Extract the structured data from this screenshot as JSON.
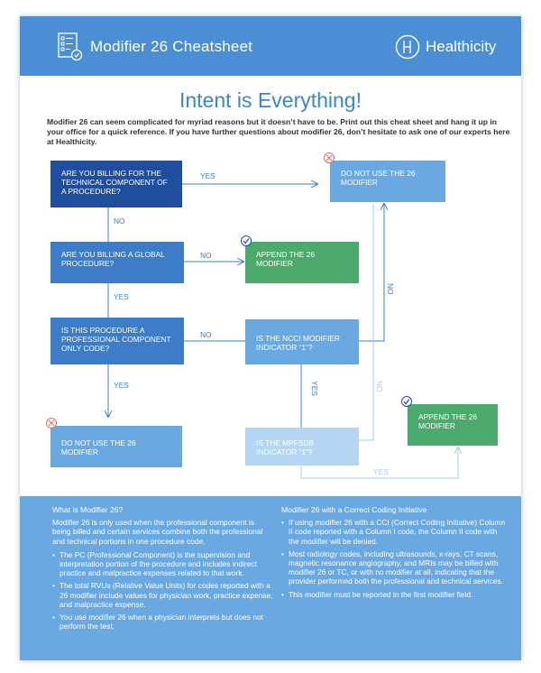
{
  "header": {
    "title": "Modifier 26 Cheatsheet",
    "logo_text": "Healthicity",
    "background": "#4a8fd6"
  },
  "headline": "Intent is Everything!",
  "intro": "Modifier 26 can seem complicated for myriad reasons but it doesn’t have to be. Print out this cheat sheet and hang it up in your office for a quick reference. If you have further questions about modifier 26, don’t hesitate to ask one of our experts here at Healthicity.",
  "flowchart": {
    "q_technical": "Are you billing for the technical component of a procedure?",
    "q_global": "Are you billing a global procedure?",
    "q_professional": "Is this procedure a professional component only code?",
    "q_ncci": "Is the NCCI modifier indicator “1”?",
    "q_mpfsdb": "Is the MPFSDB indicator “1”?",
    "r_do_not_use_top": "Do not use the 26 modifier",
    "r_append_middle": "Append the 26 modifier",
    "r_do_not_use_bottom": "Do not use the 26 modifier",
    "r_append_right": "Append the 26 modifier",
    "yes": "YES",
    "no": "NO",
    "no_rotated": "NO",
    "yes_rotated": "YES",
    "colors": {
      "dark": "#1f4e9e",
      "mid": "#3d7cc6",
      "light": "#6aa8e2",
      "pale": "#b5d6f2",
      "green": "#4caa6c",
      "arrow": "#3a7fc8"
    }
  },
  "bottom": {
    "left_heading": "What is Modifier 26?",
    "left_paragraph": "Modifier 26 is only used when the professional component is being billed and certain services combine both the professional and technical portions in one procedure code.",
    "left_bullets": [
      "The PC (Professional Component) is the supervision and interpretation portion of the procedure and includes indirect practice and malpractice expenses related to that work.",
      "The total RVUs (Relative Value Units) for codes reported with a 26 modifier include values for physician work, practice expense, and malpractice expense.",
      "You use modifier 26 when a physician interprets but does not perform the test."
    ],
    "right_heading": "Modifier 26 with a Correct Coding Initiative",
    "right_bullets": [
      "If using modifier 26 with a CCI (Correct Coding Initiative) Column II code reported with a Column I code, the Column II code with the modifier will be denied.",
      "Most radiology codes, including ultrasounds, x-rays, CT scans, magnetic resonance angiography, and MRIs may be billed with modifier 26 or TC, or with no modifier at all, indicating that the provider performed both the professional and technical services.",
      "This modifier must be reported in the first modifier field."
    ]
  }
}
